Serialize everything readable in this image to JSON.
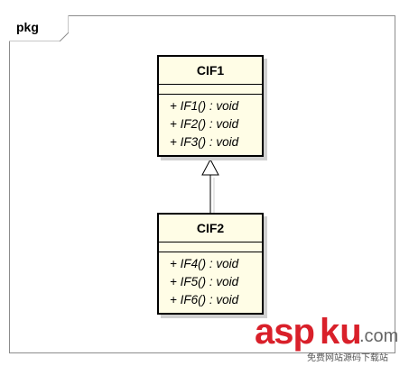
{
  "package": {
    "label": "pkg"
  },
  "classes": [
    {
      "name": "CIF1",
      "operations": [
        "+ IF1() : void",
        "+ IF2() : void",
        "+ IF3() : void"
      ]
    },
    {
      "name": "CIF2",
      "operations": [
        "+ IF4() : void",
        "+ IF5() : void",
        "+ IF6() : void"
      ]
    }
  ],
  "relationship": {
    "type": "generalization",
    "from": "CIF2",
    "to": "CIF1"
  },
  "watermark": {
    "brand_left": "asp",
    "brand_right": "ku",
    "domain": ".com",
    "tagline": "免费网站源码下载站"
  },
  "colors": {
    "class_fill": "#fffde6",
    "class_border": "#000000",
    "frame_border": "#8c8c8c",
    "watermark_red": "#d9202a"
  }
}
